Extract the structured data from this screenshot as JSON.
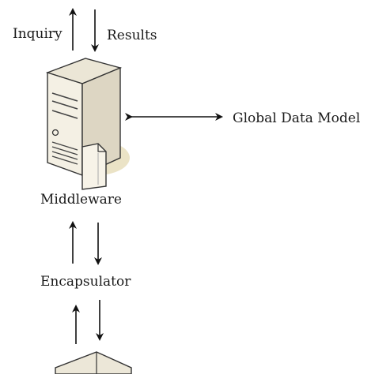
{
  "labels": {
    "inquiry": "Inquiry",
    "results": "Results",
    "global_data_model": "Global Data Model",
    "middleware": "Middleware",
    "encapsulator": "Encapsulator"
  },
  "colors": {
    "text": "#1a1a1a",
    "arrow": "#111111",
    "server_body": "#f4f0e4",
    "server_side": "#ddd6c3",
    "server_shadow": "#e6dcb8",
    "server_top": "#ebe6d6"
  },
  "icons": {
    "server": "server-tower-icon",
    "document": "document-icon",
    "bottom_node": "house-shape-icon"
  }
}
